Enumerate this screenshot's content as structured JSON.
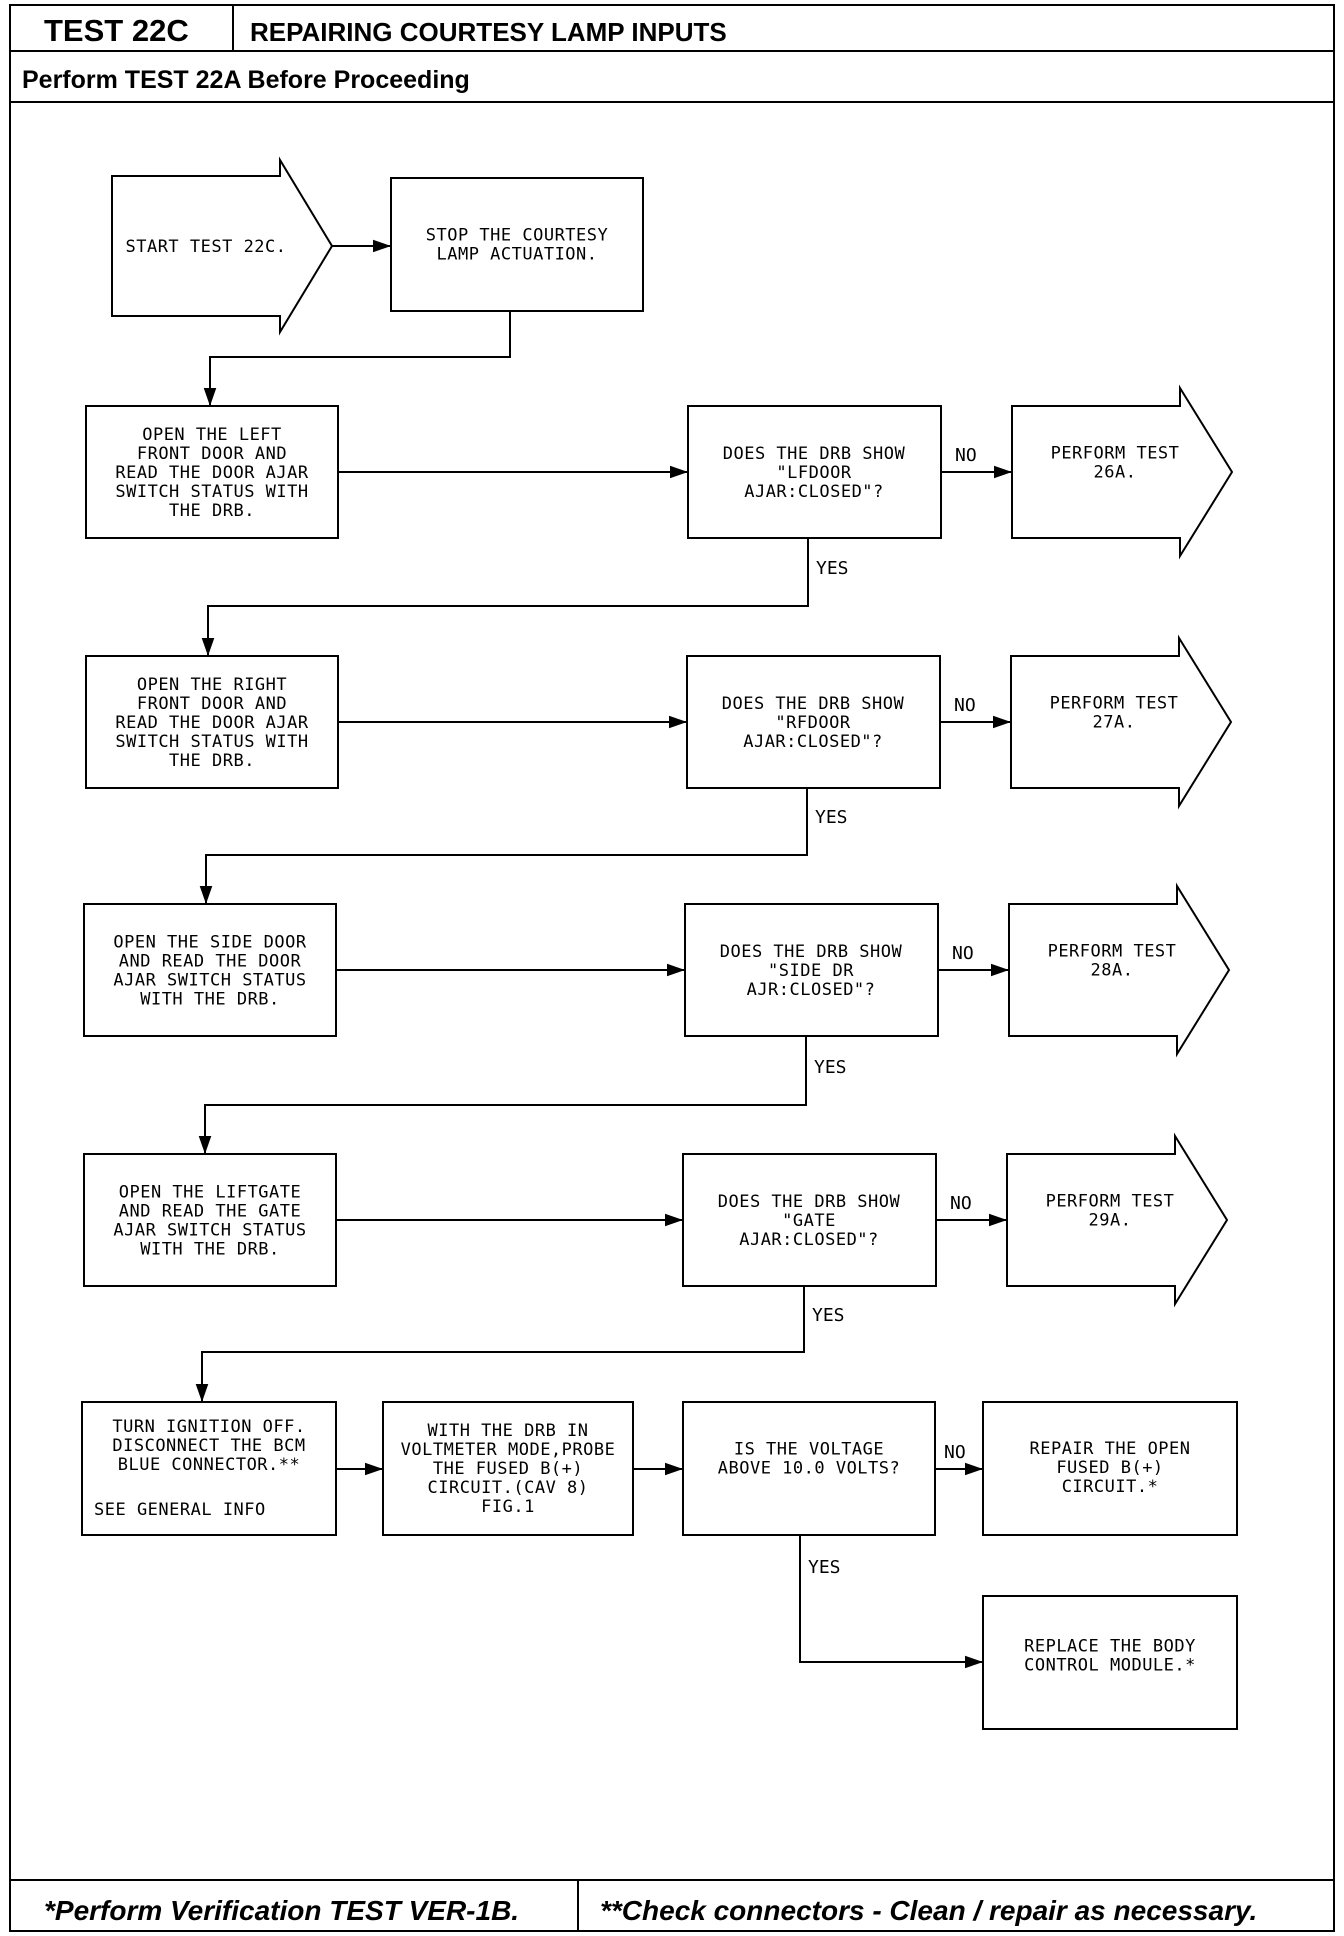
{
  "header": {
    "test_number": "TEST 22C",
    "title": "REPAIRING COURTESY LAMP INPUTS",
    "prerequisite": "Perform TEST 22A Before Proceeding"
  },
  "footer": {
    "note_verification": "*Perform Verification TEST VER-1B.",
    "note_connectors": "**Check connectors - Clean / repair as necessary."
  },
  "labels": {
    "no": "NO",
    "yes": "YES"
  },
  "start": {
    "lines": [
      "START TEST 22C."
    ]
  },
  "stop_actuation": {
    "lines": [
      "STOP THE COURTESY",
      "LAMP ACTUATION."
    ]
  },
  "rows": [
    {
      "action": [
        "OPEN THE LEFT",
        "FRONT DOOR AND",
        "READ THE DOOR AJAR",
        "SWITCH STATUS WITH",
        "THE DRB."
      ],
      "question": [
        "DOES THE DRB SHOW",
        "\"LFDOOR",
        "AJAR:CLOSED\"?"
      ],
      "result": [
        "PERFORM TEST",
        "26A."
      ]
    },
    {
      "action": [
        "OPEN THE RIGHT",
        "FRONT DOOR AND",
        "READ THE DOOR AJAR",
        "SWITCH STATUS WITH",
        "THE DRB."
      ],
      "question": [
        "DOES THE DRB SHOW",
        "\"RFDOOR",
        "AJAR:CLOSED\"?"
      ],
      "result": [
        "PERFORM TEST",
        "27A."
      ]
    },
    {
      "action": [
        "OPEN THE SIDE DOOR",
        "AND READ THE DOOR",
        "AJAR SWITCH STATUS",
        "WITH THE DRB."
      ],
      "question": [
        "DOES THE DRB SHOW",
        "\"SIDE DR",
        "AJR:CLOSED\"?"
      ],
      "result": [
        "PERFORM TEST",
        "28A."
      ]
    },
    {
      "action": [
        "OPEN THE LIFTGATE",
        "AND READ THE GATE",
        "AJAR SWITCH STATUS",
        "WITH THE DRB."
      ],
      "question": [
        "DOES THE DRB SHOW",
        "\"GATE",
        "AJAR:CLOSED\"?"
      ],
      "result": [
        "PERFORM TEST",
        "29A."
      ]
    }
  ],
  "final_row": {
    "ignition": [
      "TURN IGNITION OFF.",
      "DISCONNECT THE BCM",
      "BLUE CONNECTOR.**"
    ],
    "ignition_note": "SEE GENERAL INFO",
    "probe": [
      "WITH THE DRB IN",
      "VOLTMETER MODE,PROBE",
      "THE FUSED B(+)",
      "CIRCUIT.(CAV 8)",
      "FIG.1"
    ],
    "voltage_question": [
      "IS THE VOLTAGE",
      "ABOVE 10.0 VOLTS?"
    ],
    "repair": [
      "REPAIR THE OPEN",
      "FUSED B(+)",
      "CIRCUIT.*"
    ],
    "replace": [
      "REPLACE THE BODY",
      "CONTROL MODULE.*"
    ]
  }
}
